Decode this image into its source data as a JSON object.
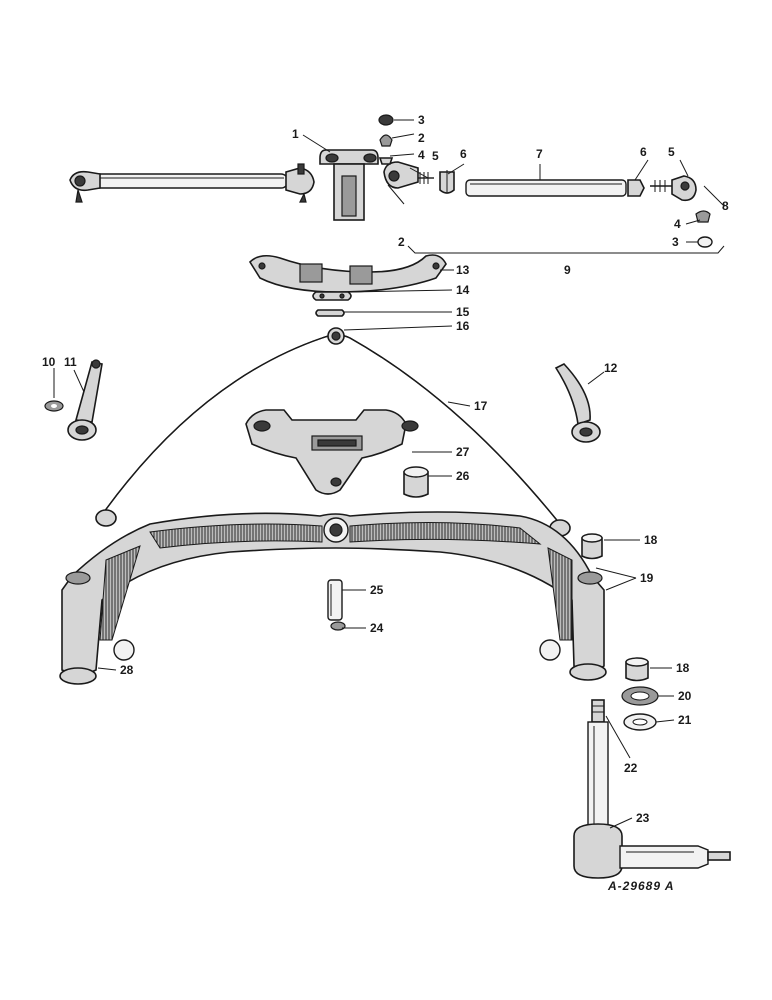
{
  "reference_code": "A-29689 A",
  "callouts": [
    "1",
    "2",
    "3",
    "4",
    "5",
    "6",
    "7",
    "8",
    "9",
    "10",
    "11",
    "12",
    "13",
    "14",
    "15",
    "16",
    "17",
    "18",
    "19",
    "20",
    "21",
    "22",
    "23",
    "24",
    "25",
    "26",
    "27",
    "28"
  ],
  "callout_repeats": {
    "second_2": "2",
    "second_3": "3",
    "second_4": "4",
    "second_5": "5",
    "second_6": "6",
    "second_18": "18"
  }
}
